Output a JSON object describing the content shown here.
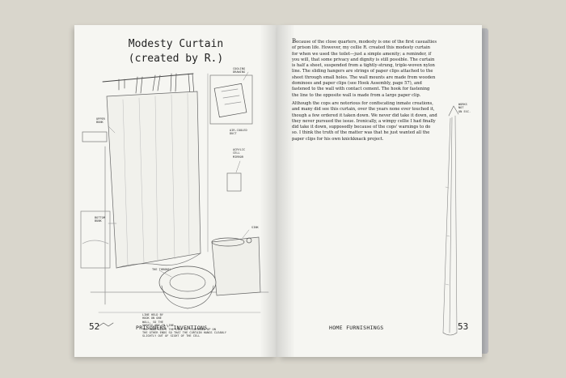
{
  "left_page": {
    "title_line1": "Modesty Curtain",
    "title_line2": "(created by R.)",
    "labels": {
      "cooling_drawing": "COOLING\nDRAWING",
      "air_cooled_duct": "AIR-COOLED\nDUCT",
      "upper_bunk": "UPPER\nBUNK",
      "acrylic_cell_mirror": "ACRYLIC\nCELL\nMIRROR",
      "sink": "SINK",
      "bottom_bunk": "BOTTOM\nBUNK",
      "the_throne": "THE THRONE!",
      "caption": "LINE HELD BY\nHOOK ON ONE\nWALL, SO THE\nSHEETS ARE IN LINE\nTHE HOOK KEEPS THE LINE IS TIGHTENED UP ON\nTHE OTHER ENDS SO THAT THE CURTAIN HANGS CLEANLY\nSLIGHTLY OUT OF SIGHT OF THE CELL"
    },
    "folio": "52",
    "running_head": "PRISONERS' INVENTIONS"
  },
  "right_page": {
    "paragraph1_dropcap": "B",
    "paragraph1": "ecause of the close quarters, modesty is one of the first casualties of prison life. However, my cellie R. created this modesty curtain for when we used the toilet—just a simple amenity; a reminder, if you will, that some privacy and dignity is still possible. The curtain is half a sheet, suspended from a tightly-strung, triple-woven nylon line. The sliding hangers are strings of paper clips attached to the sheet through small holes. The wall mounts are made from wooden dominoes and paper clips (see Hook Assembly, page 57), and fastened to the wall with contact cement. The hook for fastening the line to the opposite wall is made from a large paper clip.",
    "paragraph2": "Although the cops are notorious for confiscating inmate creations, and many did see this curtain, over the years none ever touched it, though a few ordered it taken down. We never did take it down, and they never pursued the issue. Ironically, a wimpy cellie I had finally did take it down, supposedly because of the cops' warnings to do so. I think the truth of the matter was that he just wanted all the paper clips for his own knickknack project.",
    "side_label": "WORKS\nNOT\nON EXC.",
    "running_head": "HOME FURNISHINGS",
    "folio": "53"
  }
}
